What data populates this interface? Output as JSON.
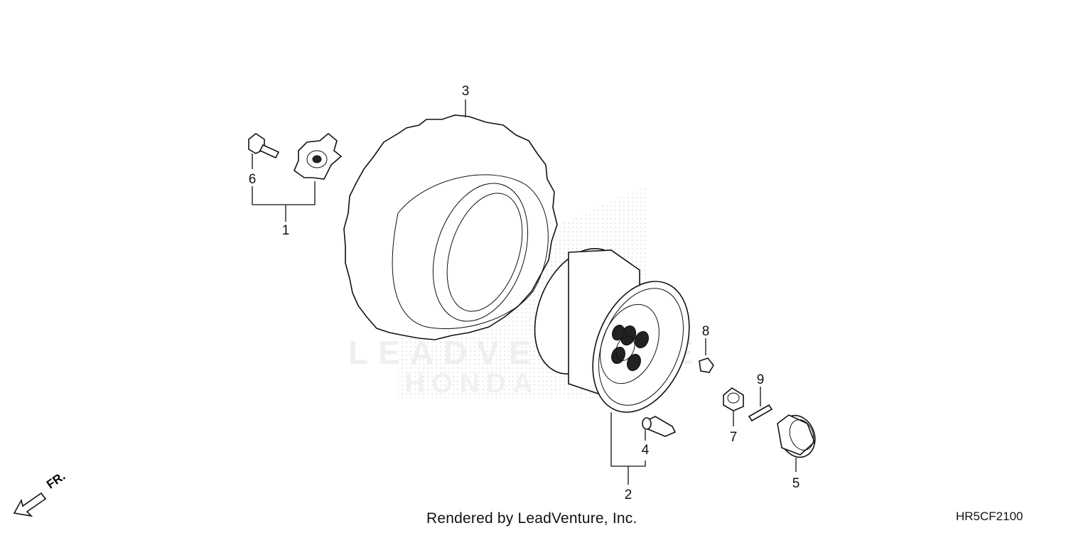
{
  "diagram": {
    "callouts": [
      {
        "id": "1",
        "label": "1"
      },
      {
        "id": "2",
        "label": "2"
      },
      {
        "id": "3",
        "label": "3"
      },
      {
        "id": "4",
        "label": "4"
      },
      {
        "id": "5",
        "label": "5"
      },
      {
        "id": "6",
        "label": "6"
      },
      {
        "id": "7",
        "label": "7"
      },
      {
        "id": "8",
        "label": "8"
      },
      {
        "id": "9",
        "label": "9"
      }
    ],
    "direction_marker": "FR.",
    "watermark": "LEADVENTURE HONDA",
    "credit": "Rendered by LeadVenture, Inc.",
    "code": "HR5CF2100"
  }
}
